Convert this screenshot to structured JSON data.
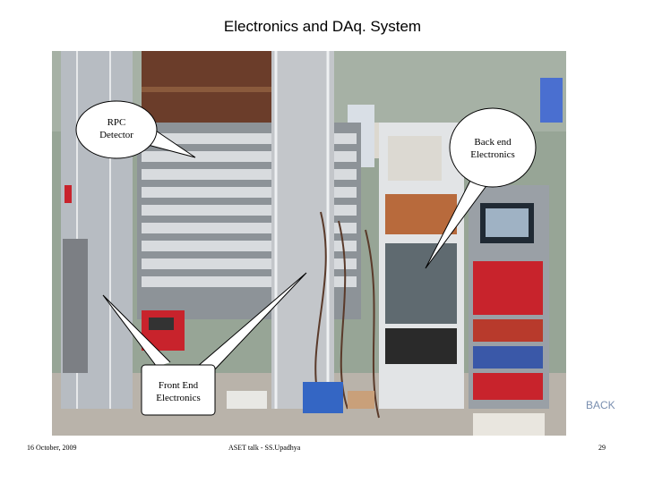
{
  "slide": {
    "title": "Electronics and DAq. System",
    "callouts": {
      "rpc_line1": "RPC",
      "rpc_line2": "Detector",
      "back_line1": "Back end",
      "back_line2": "Electronics",
      "front_line1": "Front End",
      "front_line2": "Electronics"
    },
    "back_link": "BACK",
    "footer": {
      "date": "16 October, 2009",
      "talk": "ASET talk -  SS.Upadhya",
      "page": "29"
    }
  },
  "colors": {
    "wall": "#9aa79a",
    "floor": "#b8b2a8",
    "rack_metal": "#c9ccd0",
    "red_module": "#c8232c",
    "link": "#7a8fb0"
  }
}
